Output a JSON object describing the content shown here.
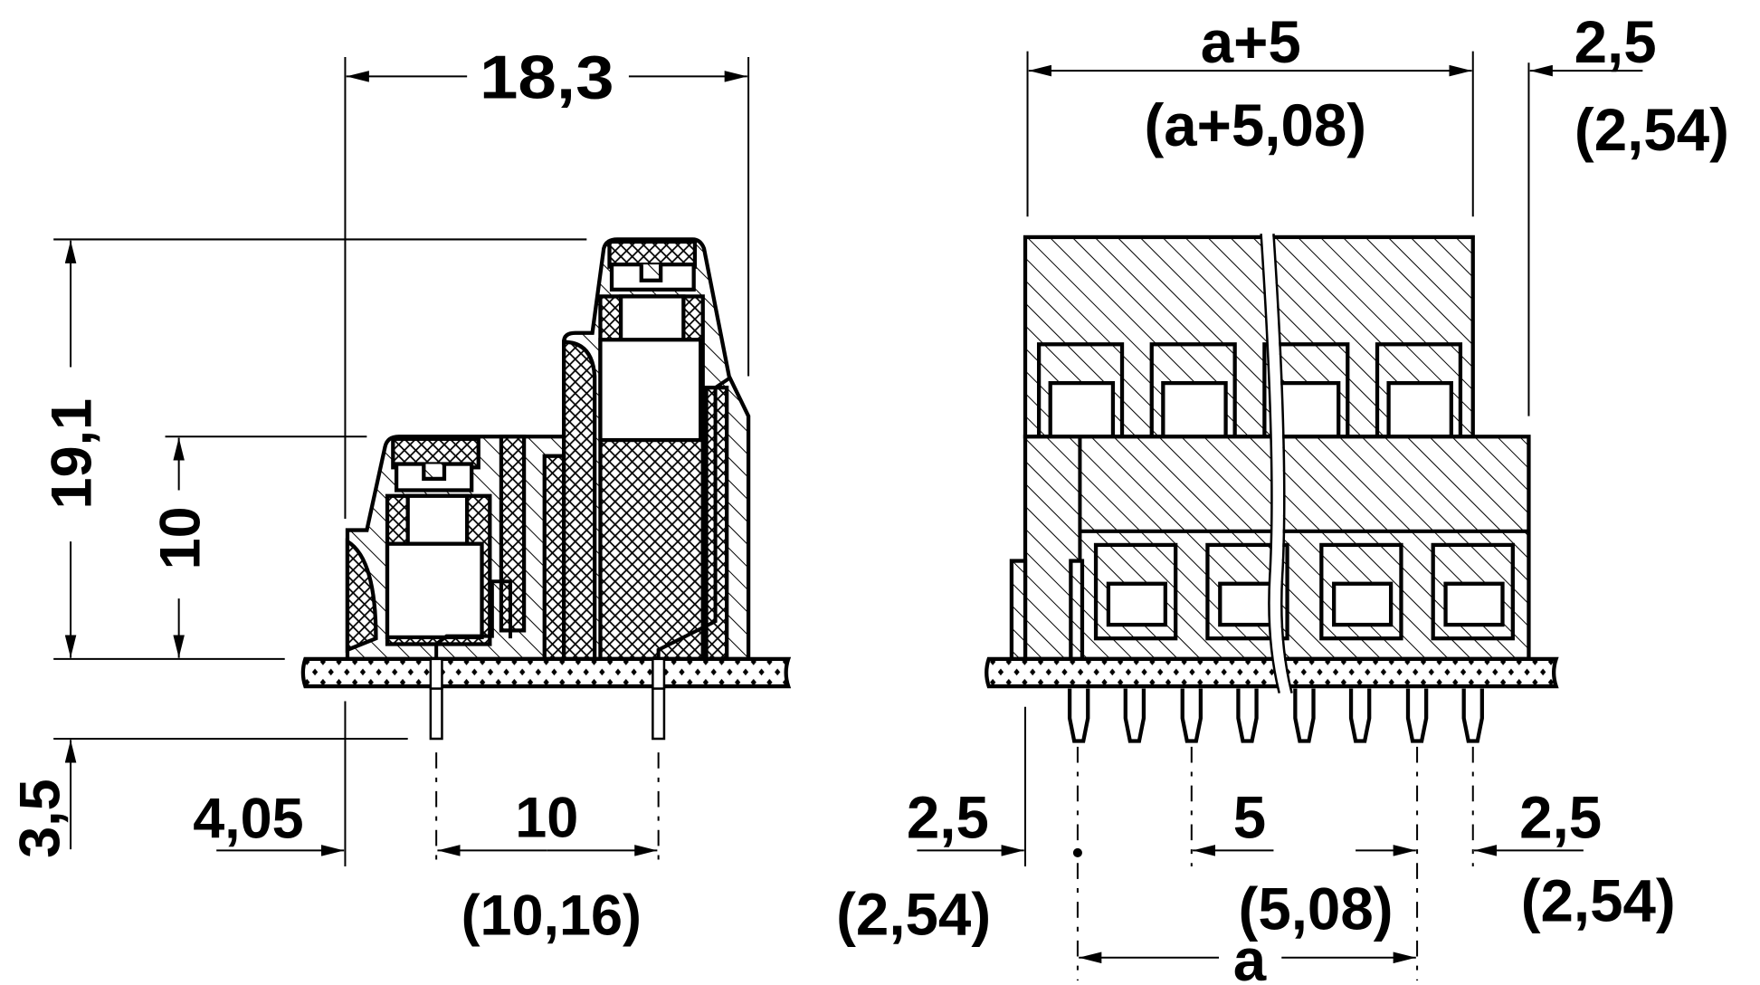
{
  "drawing": {
    "subject": "Two-level PCB terminal block, dimension drawing",
    "colors": {
      "line": "#000000",
      "background": "#ffffff"
    },
    "views": {
      "side_view": {
        "labels": {
          "overall_depth": "18,3",
          "overall_height": "19,1",
          "lower_level_height": "10",
          "pin_length": "3,5",
          "pin_offset": "4,05",
          "pin_row_spacing": "10",
          "pin_row_spacing_alt": "(10,16)"
        }
      },
      "front_view": {
        "labels": {
          "overall_width": "a+5",
          "overall_width_alt": "(a+5,08)",
          "top_offset": "2,5",
          "top_offset_alt": "(2,54)",
          "left_offset": "2,5",
          "left_offset_alt": "(2,54)",
          "pitch": "5",
          "pitch_alt": "(5,08)",
          "right_offset": "2,5",
          "right_offset_alt": "(2,54)",
          "pitch_span": "a"
        },
        "positions_per_level": 4,
        "pins": 8
      }
    }
  }
}
